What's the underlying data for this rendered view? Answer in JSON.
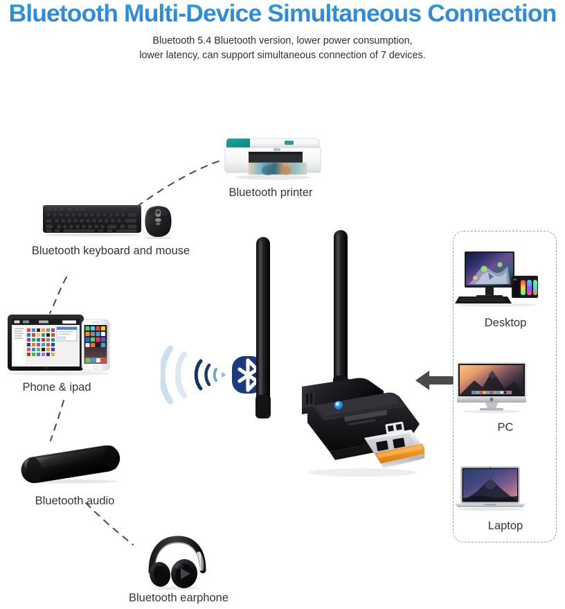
{
  "header": {
    "title": "Bluetooth Multi-Device Simultaneous Connection",
    "subtitle_line1": "Bluetooth 5.4 Bluetooth version, lower power consumption,",
    "subtitle_line2": "lower latency, can support simultaneous connection of 7 devices.",
    "title_gradient_from": "#2aa4cf",
    "title_gradient_to": "#2a86e0"
  },
  "peripherals": [
    {
      "id": "printer",
      "label": "Bluetooth printer"
    },
    {
      "id": "keyboard-mouse",
      "label": "Bluetooth keyboard and mouse"
    },
    {
      "id": "phone-ipad",
      "label": "Phone & ipad"
    },
    {
      "id": "speaker",
      "label": "Bluetooth audio"
    },
    {
      "id": "headphones",
      "label": "Bluetooth earphone"
    }
  ],
  "hub": {
    "name": "usb-bluetooth-adapter",
    "led_color": "#1d8ff0",
    "connector_color": "#f0921f",
    "body_color": "#1a1a1c"
  },
  "bluetooth_badge": {
    "name": "bluetooth-logo",
    "badge_color": "#1c3b7e",
    "glyph_color": "#ffffff",
    "wave_color": "#b9d4ea"
  },
  "arrow": {
    "name": "left-arrow",
    "color": "#4a4a4a",
    "direction": "left"
  },
  "device_panel": {
    "border_style": "dashed",
    "border_color": "#9a9a9a",
    "items": [
      {
        "id": "desktop",
        "label": "Desktop"
      },
      {
        "id": "pc",
        "label": "PC"
      },
      {
        "id": "laptop",
        "label": "Laptop"
      }
    ]
  }
}
